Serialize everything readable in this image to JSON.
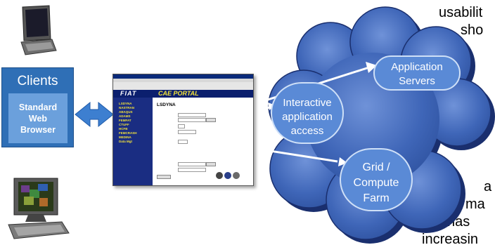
{
  "clients": {
    "title": "Clients",
    "browser_lines": [
      "Standard",
      "Web",
      "Browser"
    ]
  },
  "cloud_labels": {
    "interactive": [
      "Interactive",
      "application",
      "access"
    ],
    "app_servers": [
      "Application",
      "Servers"
    ],
    "grid": [
      "Grid /",
      "Compute",
      "Farm"
    ]
  },
  "background_fragments": [
    "usabilit",
    "sho",
    "a",
    "ma",
    "has",
    "increasin"
  ],
  "portal": {
    "logo": "FIAT",
    "title": "CAE PORTAL",
    "app_name": "LSDYNA",
    "sidebar": [
      "LSDYNA",
      "NASTRAN",
      "ABAQUS",
      "ADAMS",
      "FEMFAT",
      "CTUFF",
      "HCFB",
      "FEMCRASH",
      "MEDINA",
      "Data Mgt"
    ]
  },
  "colors": {
    "cloud": "#3f66b8",
    "cloud_edge": "#1a2f6e",
    "clients_box": "#2f6fb6",
    "browser_box": "#6ba0dc",
    "label_blue": "#5a8ad6"
  }
}
